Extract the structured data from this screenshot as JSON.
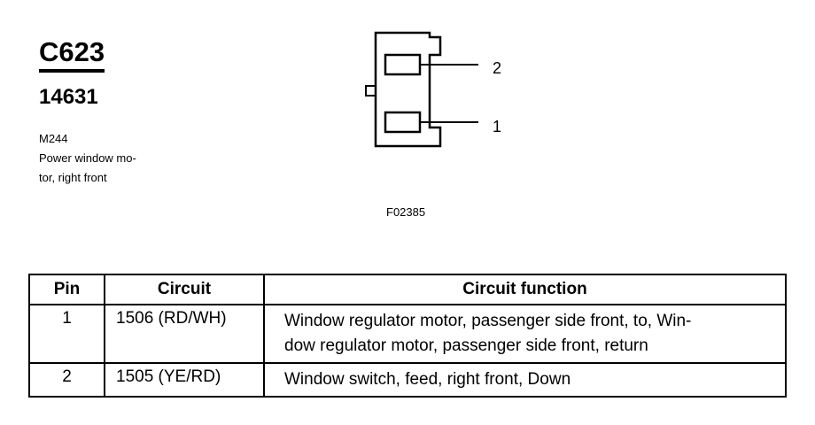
{
  "connector": {
    "id": "C623",
    "part_number": "14631",
    "description_lines": [
      "M244",
      "Power window mo-",
      "tor, right front"
    ]
  },
  "diagram": {
    "pin_labels": [
      "2",
      "1"
    ],
    "figure_code": "F02385"
  },
  "table": {
    "headers": {
      "pin": "Pin",
      "circuit": "Circuit",
      "function": "Circuit function"
    },
    "rows": [
      {
        "pin": "1",
        "circuit": "1506 (RD/WH)",
        "function_lines": [
          "Window regulator motor, passenger side front, to, Win-",
          "dow regulator motor, passenger side front, return"
        ]
      },
      {
        "pin": "2",
        "circuit": "1505 (YE/RD)",
        "function_lines": [
          "Window switch, feed, right front, Down"
        ]
      }
    ]
  }
}
